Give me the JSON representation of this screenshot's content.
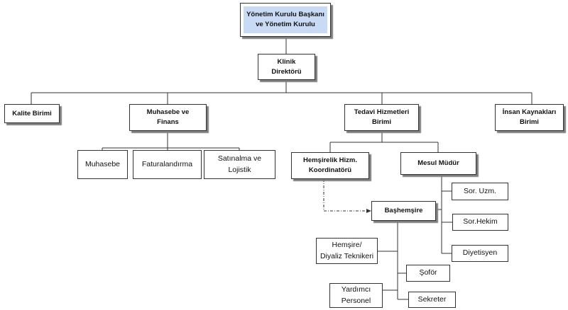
{
  "diagram": {
    "nodes": {
      "board": "Yönetim Kurulu Başkanı\nve  Yönetim Kurulu",
      "clinic_director": "Klinik\nDirektörü",
      "quality": "Kalite Birimi",
      "accounting_finance": "Muhasebe ve\nFinans",
      "treatment_services": "Tedavi Hizmetleri\nBirimi",
      "human_resources": "İnsan Kaynakları\nBirimi",
      "accounting": "Muhasebe",
      "invoicing": "Faturalandırma",
      "purchasing": "Satınalma ve\nLojistik",
      "nursing_coordinator": "Hemşirelik  Hizm.\nKoordinatörü",
      "responsible_manager": "Mesul Müdür",
      "head_nurse": "Başhemşire",
      "specialist_physician": "Sor. Uzm.",
      "physician": "Sor.Hekim",
      "dietitian": "Diyetisyen",
      "nurse_dialysis_tech": "Hemşire/\nDiyaliz Teknikeri",
      "driver": "Şoför",
      "assistant_staff": "Yardımcı\nPersonel",
      "secretary": "Sekreter"
    },
    "colors": {
      "board_fill": "#c9daf4",
      "line": "#333333",
      "shadow": "#7d7d7d"
    }
  }
}
